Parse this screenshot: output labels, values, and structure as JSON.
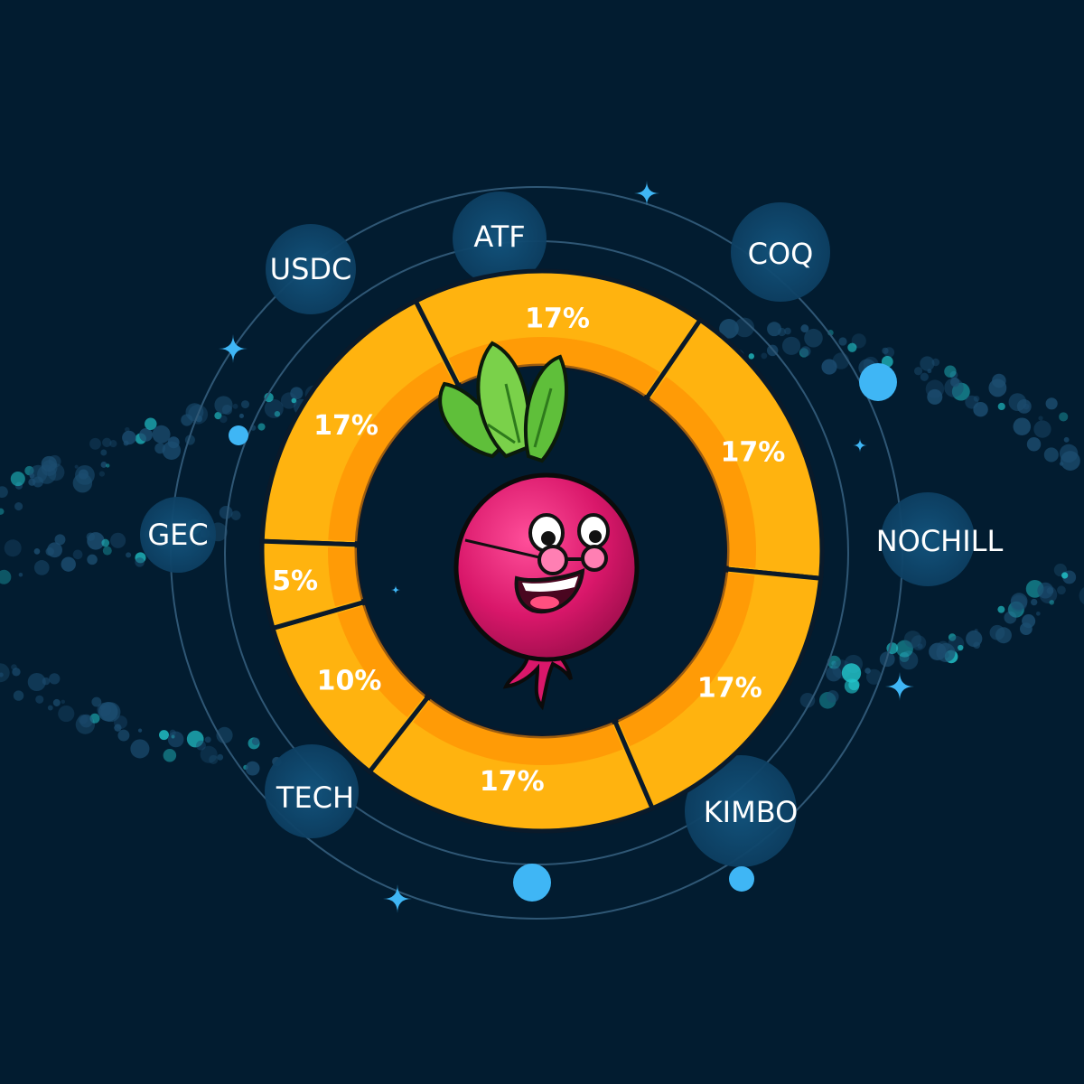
{
  "colors": {
    "background": "#021c30",
    "segment_fill": "#ffb30f",
    "segment_shade": "#ff8a00",
    "segment_divider": "#0a1a2a",
    "orbit": "#3a5a74",
    "token_bubble": "#0f4a72",
    "dot": "#3fb0f0",
    "text": "#ffffff"
  },
  "chart_data": {
    "type": "pie",
    "variant": "donut",
    "slices": [
      {
        "label": "COQ",
        "value": 17,
        "value_label": "17%"
      },
      {
        "label": "NOCHILL",
        "value": 17,
        "value_label": "17%"
      },
      {
        "label": "KIMBO",
        "value": 17,
        "value_label": "17%"
      },
      {
        "label": "TECH",
        "value": 17,
        "value_label": "17%"
      },
      {
        "label": "GEC",
        "value": 17,
        "value_label": "17%"
      },
      {
        "label": "USDC",
        "value": 10,
        "value_label": "10%"
      },
      {
        "label": "ATF",
        "value": 5,
        "value_label": "5%"
      }
    ]
  },
  "mascot": {
    "icon": "beet-mascot-icon"
  },
  "decorations": {
    "sparkle_icon": "sparkle-icon"
  }
}
